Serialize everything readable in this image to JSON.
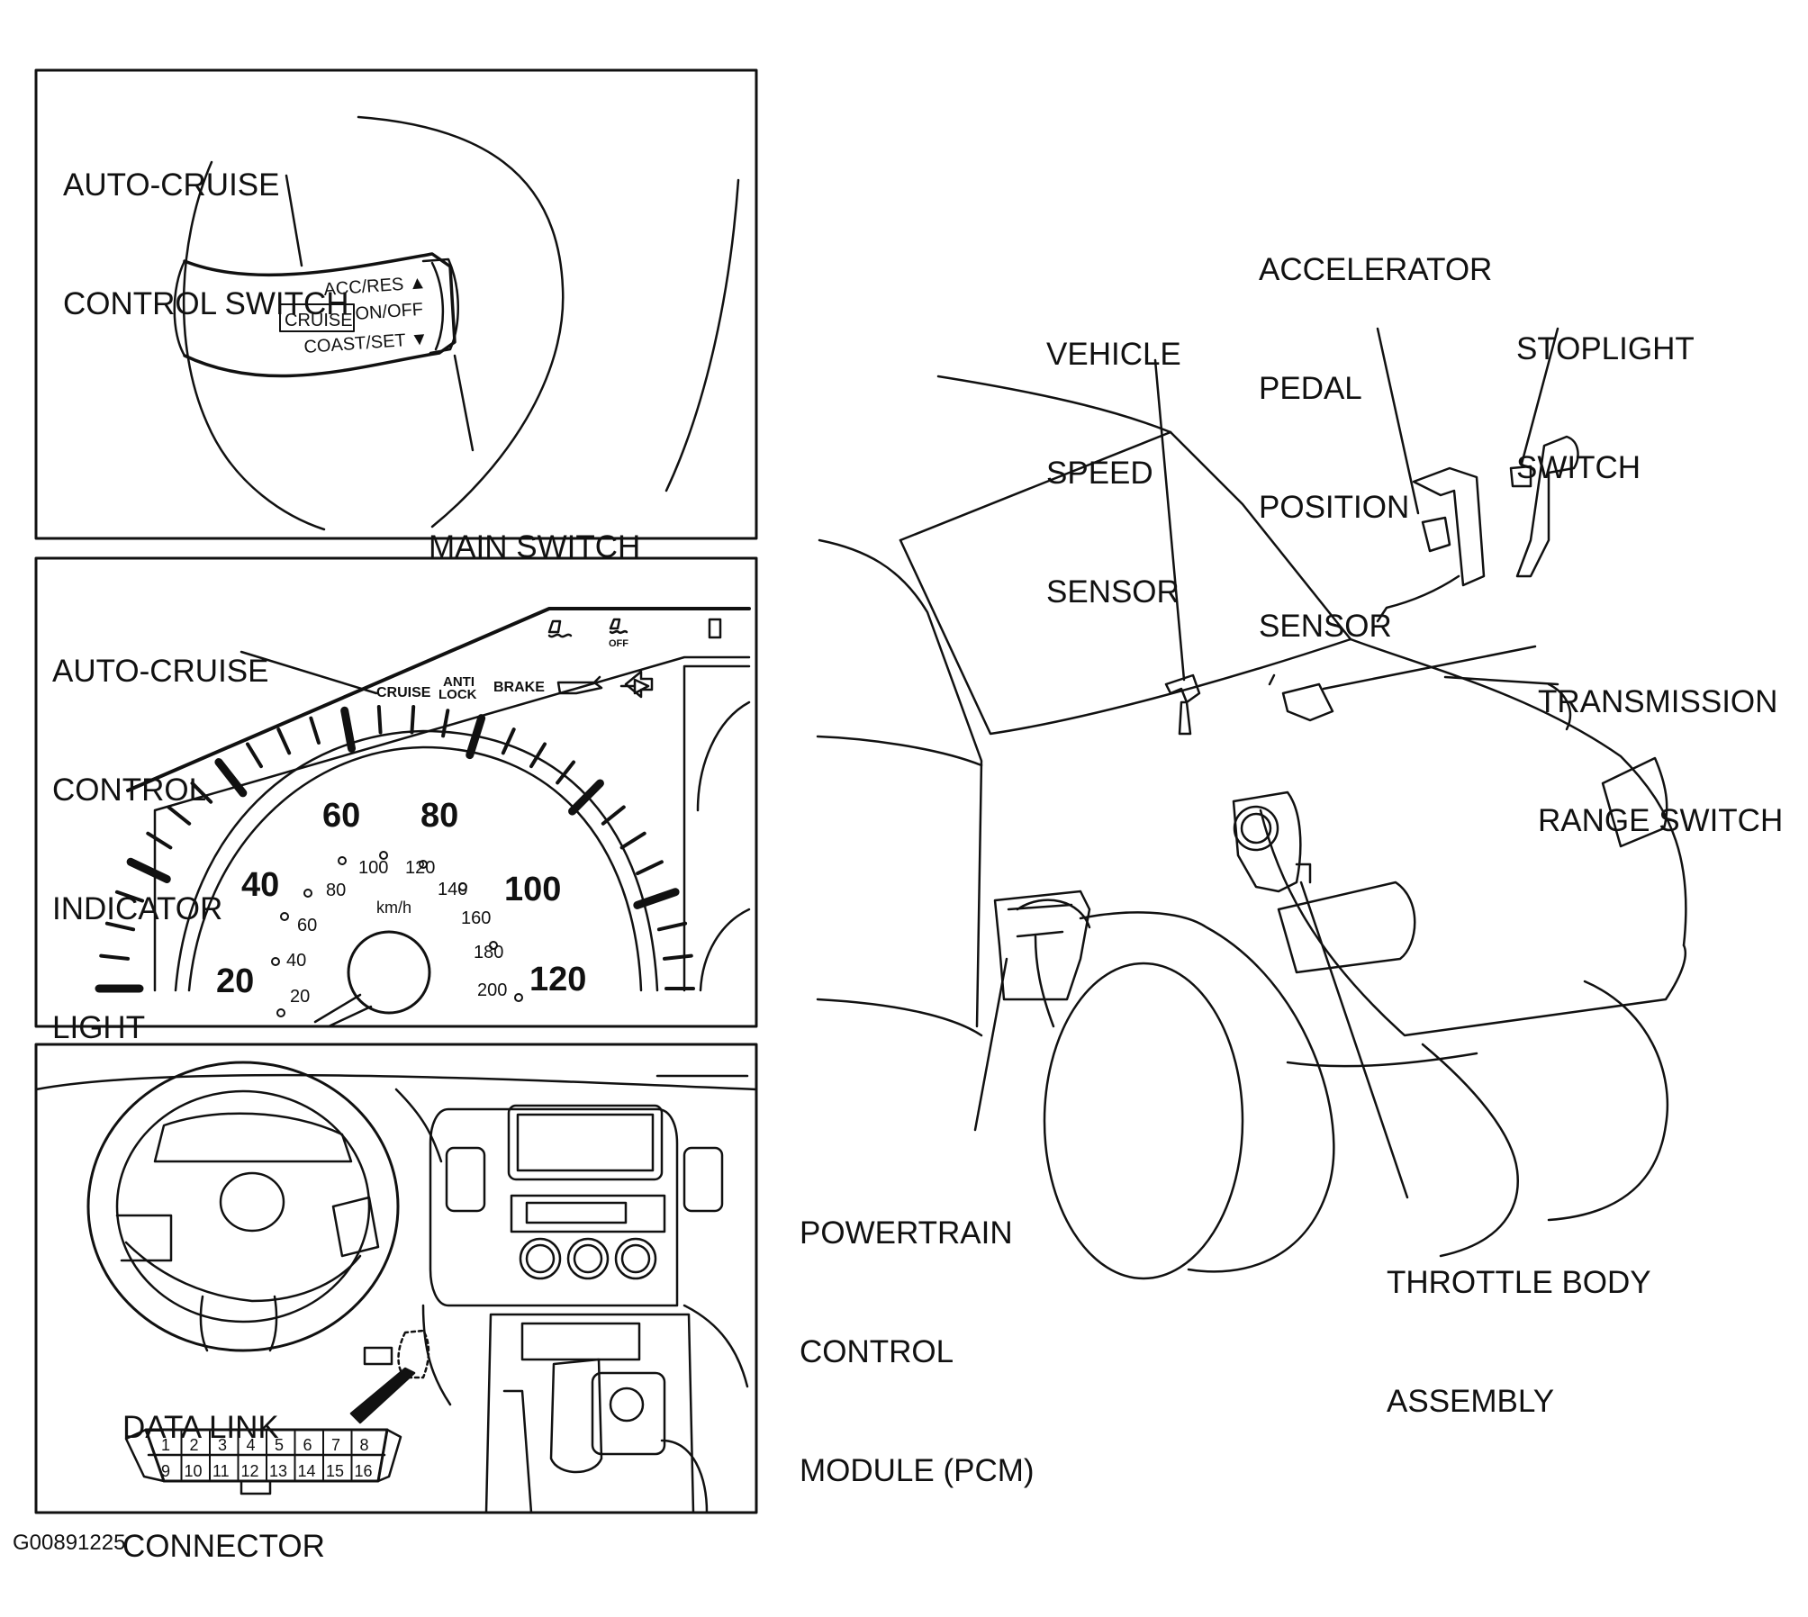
{
  "figure_id": "G00891225",
  "labels": {
    "cruise_switch": [
      "AUTO-CRUISE",
      "CONTROL SWITCH"
    ],
    "main_switch": [
      "MAIN SWITCH"
    ],
    "indicator_light": [
      "AUTO-CRUISE",
      "CONTROL",
      "INDICATOR",
      "LIGHT"
    ],
    "data_link": [
      "DATA LINK",
      "CONNECTOR"
    ],
    "vehicle_speed": [
      "VEHICLE",
      "SPEED",
      "SENSOR"
    ],
    "accelerator": [
      "ACCELERATOR",
      "PEDAL",
      "POSITION",
      "SENSOR"
    ],
    "stoplight": [
      "STOPLIGHT",
      "SWITCH"
    ],
    "transmission": [
      "TRANSMISSION",
      "RANGE SWITCH"
    ],
    "pcm": [
      "POWERTRAIN",
      "CONTROL",
      "MODULE (PCM)"
    ],
    "throttle": [
      "THROTTLE BODY",
      "ASSEMBLY"
    ]
  },
  "switch_text": {
    "acc_res": "ACC/RES ▲",
    "cruise": "CRUISE",
    "on_off": "ON/OFF",
    "coast_set": "COAST/SET ▼"
  },
  "cluster": {
    "cruise": "CRUISE",
    "anti": "ANTI",
    "lock": "LOCK",
    "brake": "BRAKE",
    "off": "OFF",
    "kmh": "km/h",
    "mph_labels": [
      "20",
      "40",
      "60",
      "80",
      "100",
      "120"
    ],
    "kmh_labels": [
      "20",
      "40",
      "60",
      "80",
      "100",
      "120",
      "140",
      "160",
      "180",
      "200"
    ]
  },
  "connector": {
    "top_pins": [
      "1",
      "2",
      "3",
      "4",
      "5",
      "6",
      "7",
      "8"
    ],
    "bottom_pins": [
      "9",
      "10",
      "11",
      "12",
      "13",
      "14",
      "15",
      "16"
    ]
  }
}
